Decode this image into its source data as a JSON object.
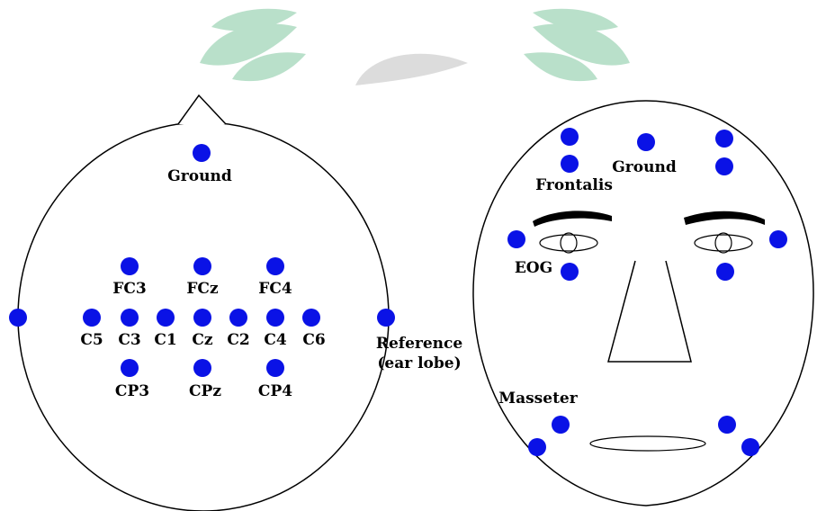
{
  "colors": {
    "electrode": "#0a12e6",
    "outline": "#000000",
    "watermark": "#3aa86a",
    "watermark_gray": "#9a9a9a"
  },
  "head": {
    "ground_label": "Ground",
    "row1": [
      "FC3",
      "FCz",
      "FC4"
    ],
    "row2": [
      "C5",
      "C3",
      "C1",
      "Cz",
      "C2",
      "C4",
      "C6"
    ],
    "row3": [
      "CP3",
      "CPz",
      "CP4"
    ],
    "reference_line1": "Reference",
    "reference_line2": "(ear lobe)"
  },
  "face": {
    "ground_label": "Ground",
    "frontalis_label": "Frontalis",
    "eog_label": "EOG",
    "masseter_label": "Masseter"
  },
  "icons": {
    "watermark": "leaf-logo-watermark"
  }
}
